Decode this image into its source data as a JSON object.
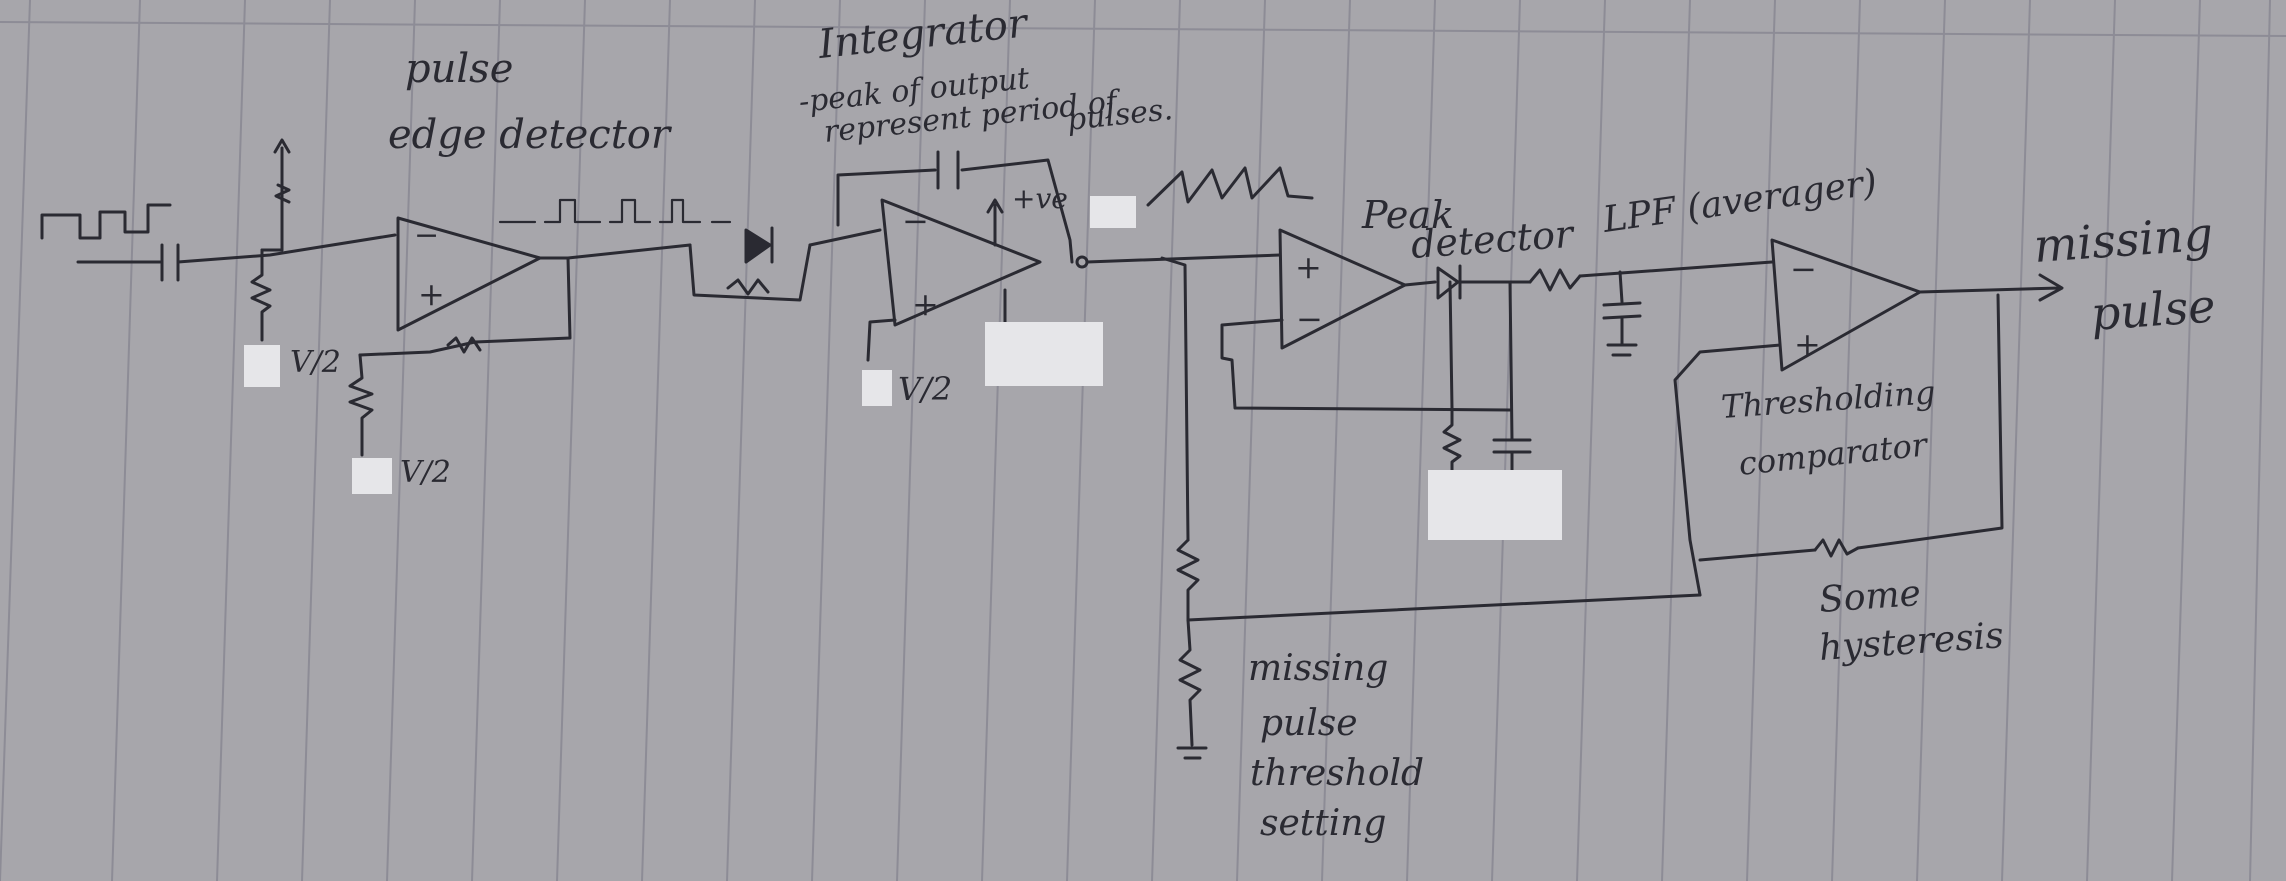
{
  "labels": {
    "pulse_edge_detector_1": "pulse",
    "pulse_edge_detector_2": "edge detector",
    "integrator_title": "Integrator",
    "integrator_note_1": "-peak of output",
    "integrator_note_2": "represent period of",
    "integrator_note_3": "pulses.",
    "plus_ve": "+ve",
    "peak_detector_1": "Peak",
    "peak_detector_2": "detector",
    "lpf": "LPF (averager)",
    "missing_pulse_out_1": "missing",
    "missing_pulse_out_2": "pulse",
    "thresholding_1": "Thresholding",
    "thresholding_2": "comparator",
    "hysteresis_1": "Some",
    "hysteresis_2": "hysteresis",
    "threshold_setting_1": "missing",
    "threshold_setting_2": "pulse",
    "threshold_setting_3": "threshold",
    "threshold_setting_4": "setting",
    "vhalf_1": "V/2",
    "vhalf_2": "V/2",
    "vhalf_3": "V/2"
  },
  "opamp_pins": {
    "minus": "−",
    "plus": "+"
  },
  "colors": {
    "paper": "#a7a6ab",
    "ink": "#2a2a32",
    "redaction": "#e6e6e9"
  }
}
